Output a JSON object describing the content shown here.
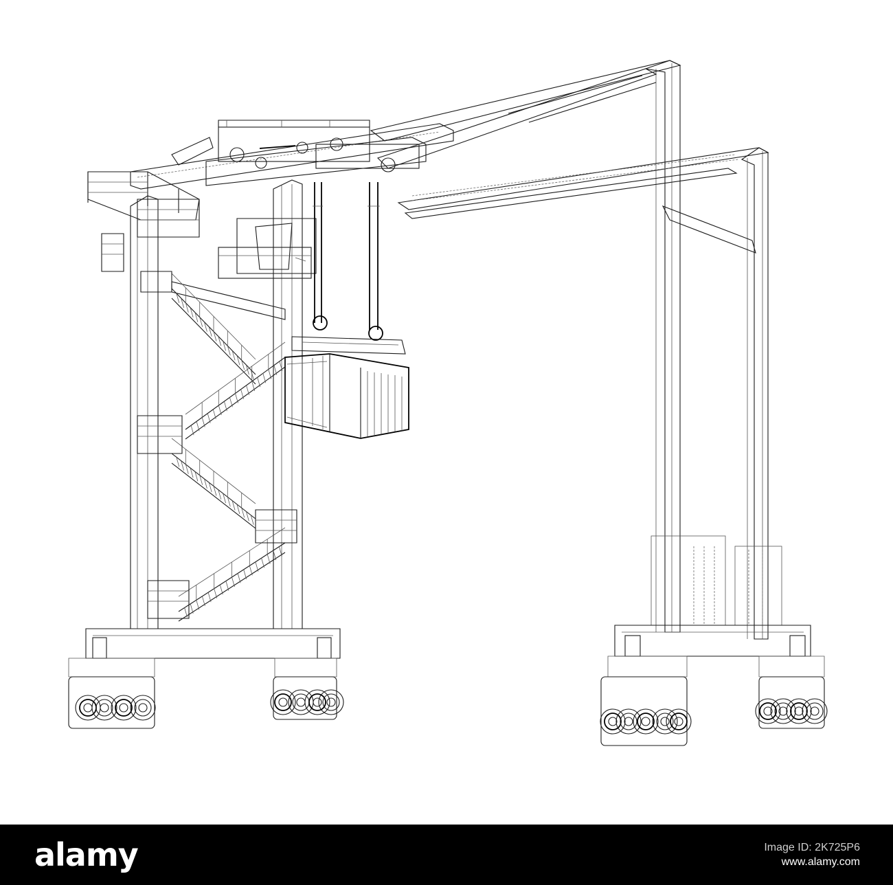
{
  "illustration": {
    "subject": "wireframe gantry crane icon",
    "stroke_color": "#1a1a1a",
    "background_color": "#ffffff"
  },
  "footer": {
    "background_color": "#000000",
    "brand": "alamy",
    "image_id_label": "Image ID: 2K725P6",
    "image_id": "",
    "site_url": "www.alamy.com"
  }
}
